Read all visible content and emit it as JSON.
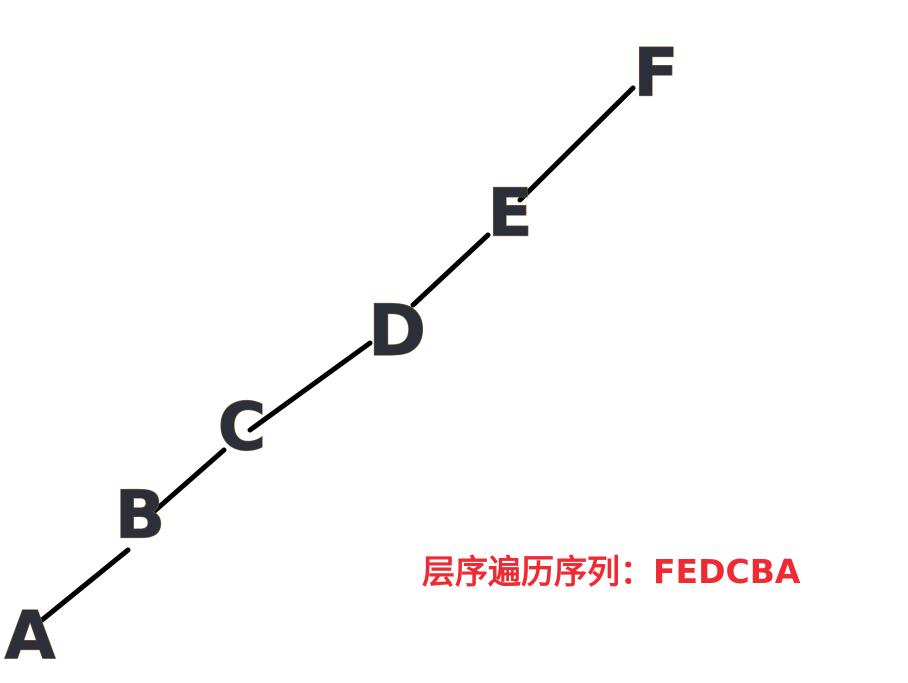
{
  "tree": {
    "nodes": [
      "A",
      "B",
      "C",
      "D",
      "E",
      "F"
    ],
    "edges": [
      [
        "A",
        "B"
      ],
      [
        "B",
        "C"
      ],
      [
        "C",
        "D"
      ],
      [
        "D",
        "E"
      ],
      [
        "E",
        "F"
      ]
    ]
  },
  "caption": "层序遍历序列：FEDCBA",
  "colors": {
    "edge": "#000000",
    "label_fill": "#2b2f3a",
    "label_outline": "#8a5a2b",
    "caption": "#ee2a33"
  }
}
